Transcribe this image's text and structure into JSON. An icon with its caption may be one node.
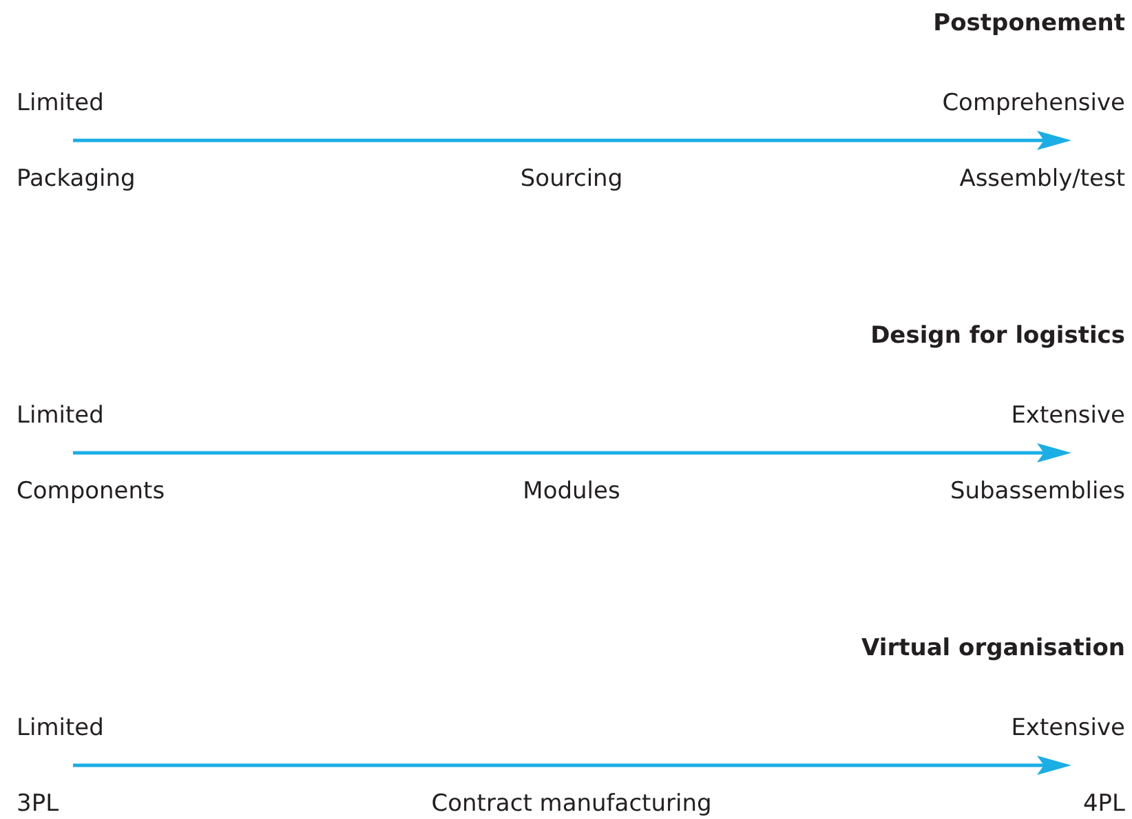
{
  "diagram": {
    "labels": [
      "Postponement",
      "Limited",
      "Comprehensive",
      "Packaging",
      "Sourcing",
      "Assembly/test",
      "Design for logistics",
      "Limited",
      "Extensive",
      "Components",
      "Modules",
      "Subassemblies",
      "Virtual organisation",
      "Limited",
      "Extensive",
      "3PL",
      "Contract manufacturing",
      "4PL"
    ]
  }
}
